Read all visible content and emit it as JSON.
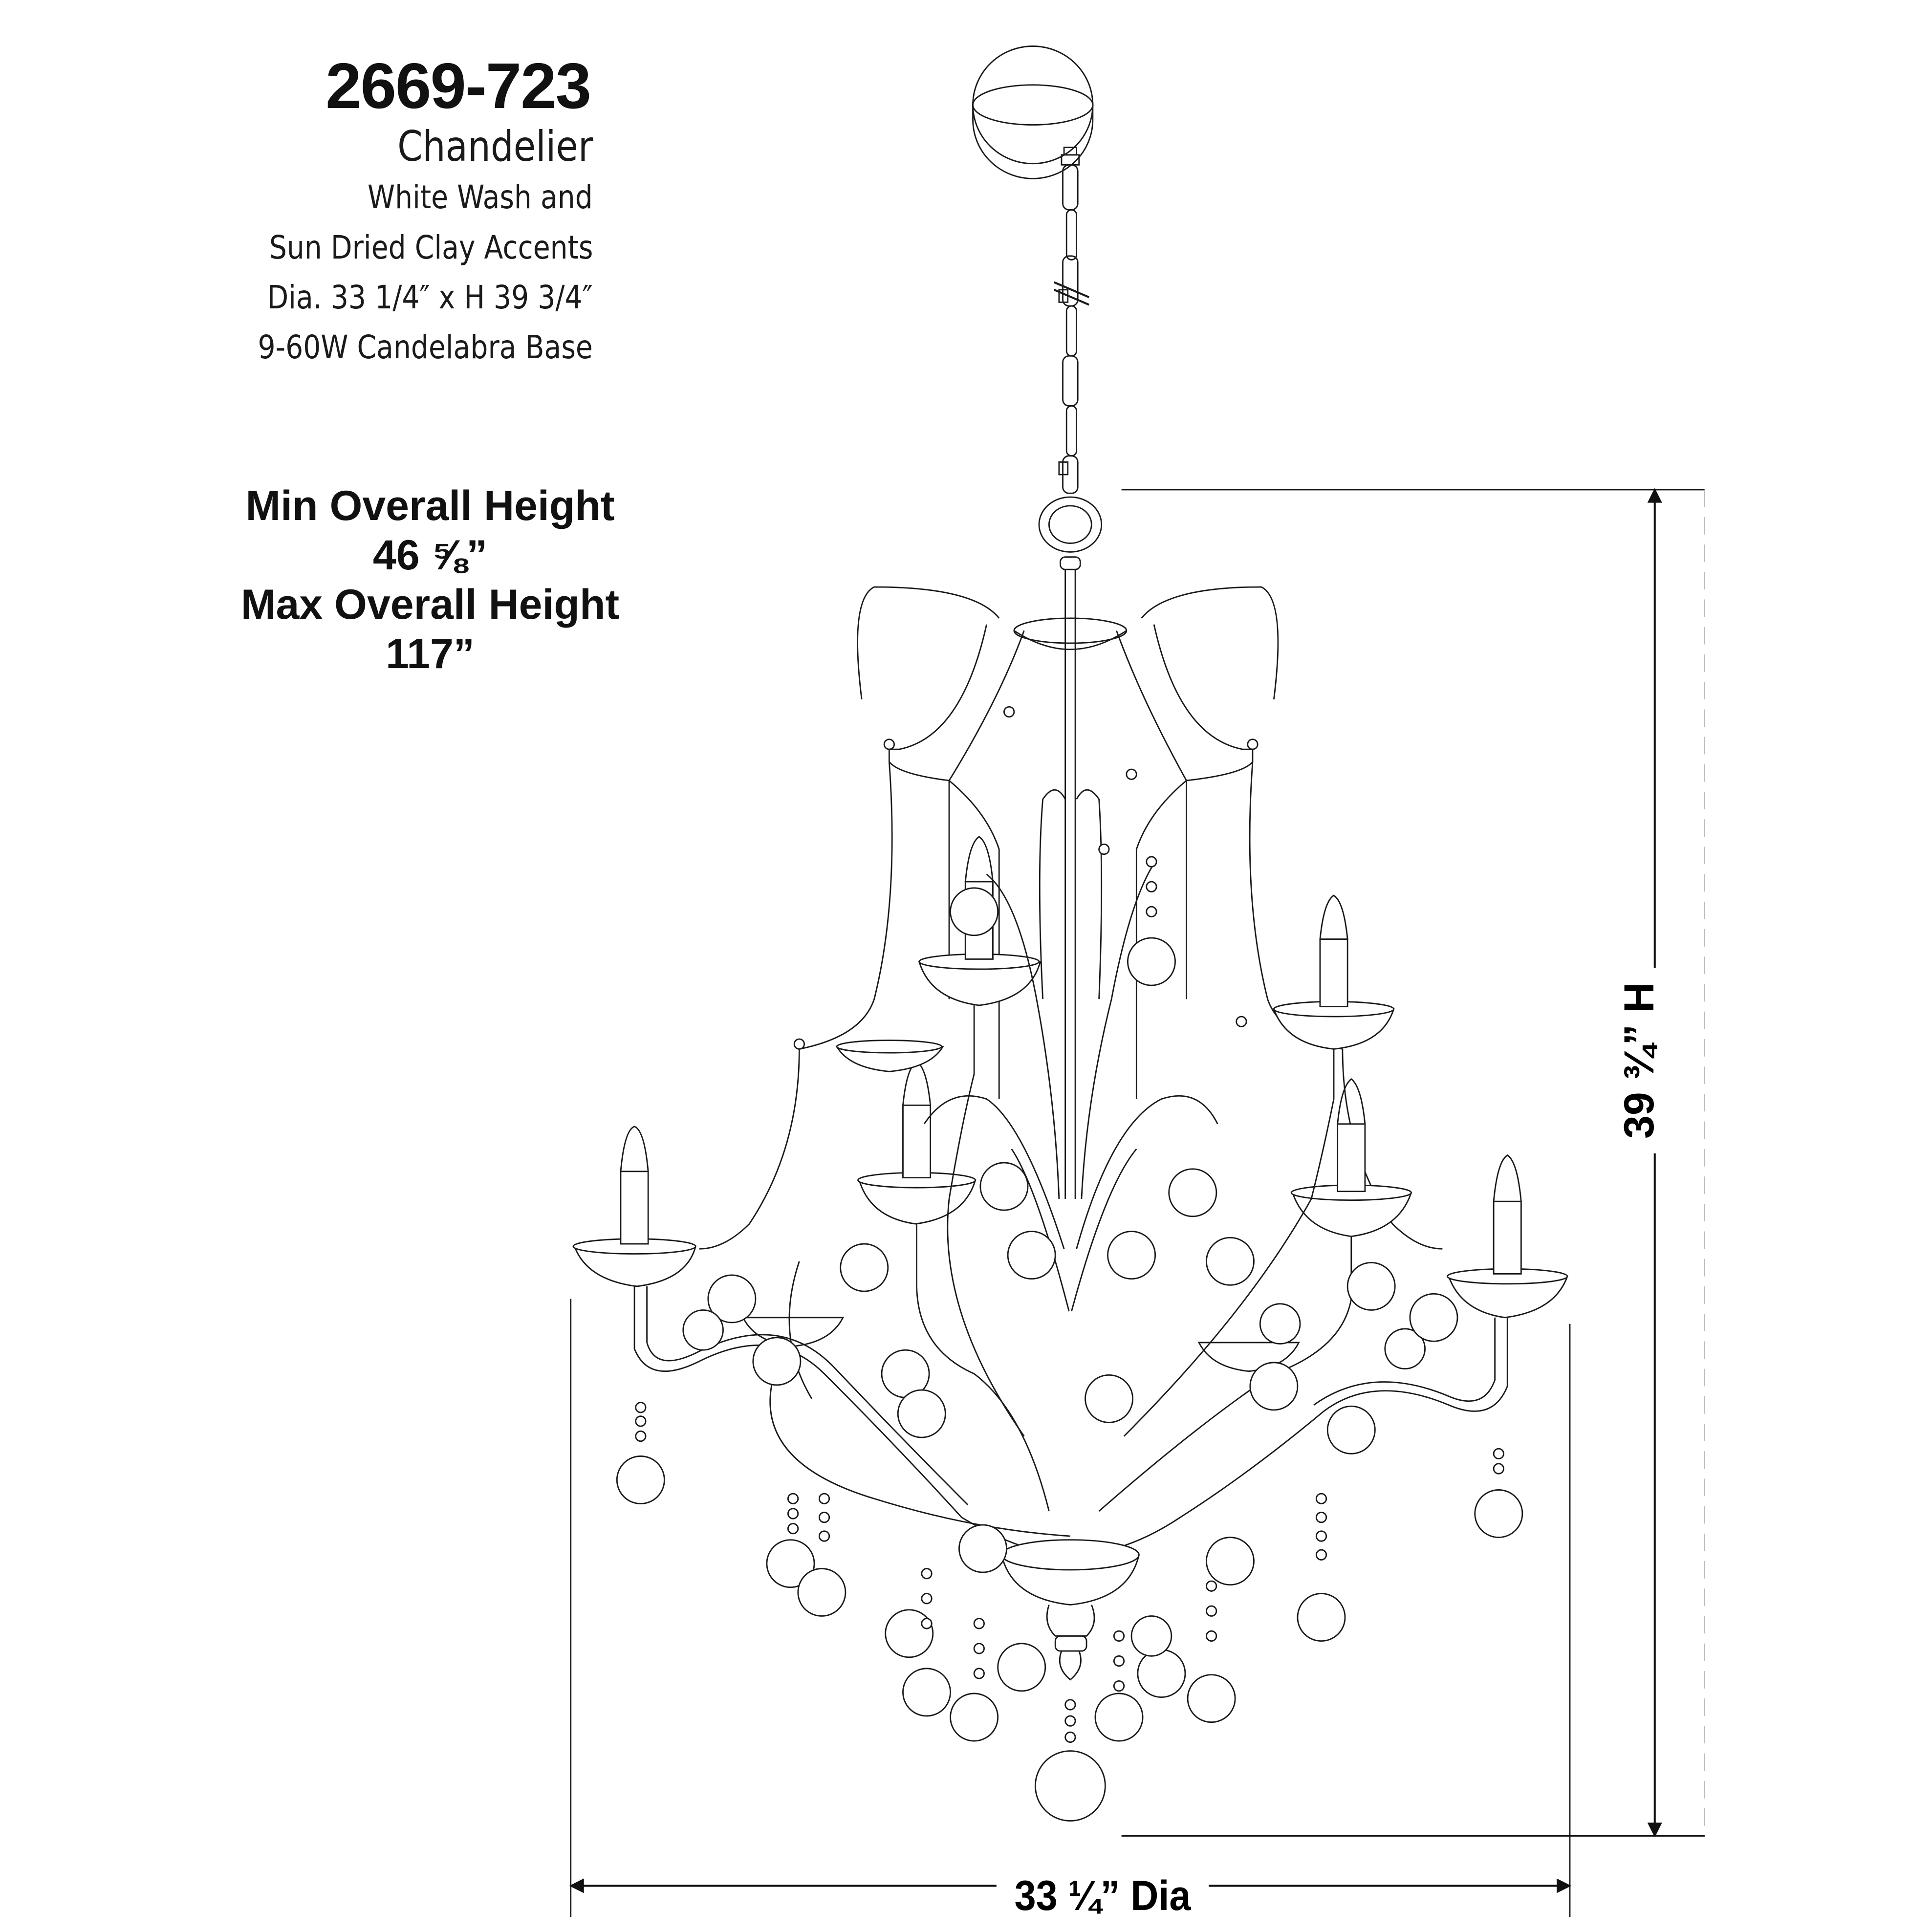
{
  "product": {
    "model_number": "2669-723",
    "type": "Chandelier",
    "finish_line1": "White Wash and",
    "finish_line2": "Sun Dried Clay Accents",
    "dimensions": "Dia. 33 1/4″ x H 39 3/4″",
    "bulbs": "9-60W Candelabra Base"
  },
  "overall_height": {
    "min_label": "Min Overall Height",
    "min_value": "46 ⅝”",
    "max_label": "Max Overall Height",
    "max_value": "117”"
  },
  "dimension_lines": {
    "diameter_label": "33 ¼” Dia",
    "height_label": "39 ¾” H"
  },
  "drawing": {
    "subject": "chandelier line drawing",
    "lights": 9,
    "line_color": "#1a1a1a",
    "background": "#ffffff"
  }
}
